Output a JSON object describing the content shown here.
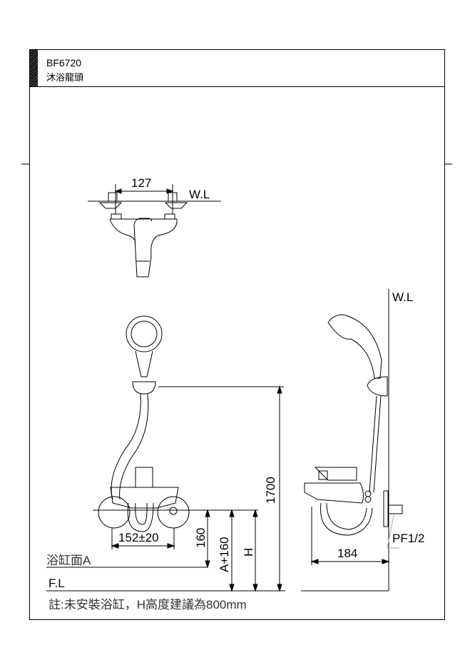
{
  "header": {
    "model": "BF6720",
    "product_name": "沐浴龍頭"
  },
  "top_view": {
    "dim_width": "127",
    "wall_line": "W.L"
  },
  "front_view": {
    "dim_1700": "1700",
    "dim_center": "152±20",
    "dim_160": "160",
    "dim_a160": "A+160",
    "dim_h": "H",
    "bath_surface": "浴缸面A",
    "floor_line": "F.L"
  },
  "side_view": {
    "wall_line": "W.L",
    "dim_depth": "184",
    "thread": "PF1/2"
  },
  "note": "註:未安裝浴缸，H高度建議為800mm"
}
